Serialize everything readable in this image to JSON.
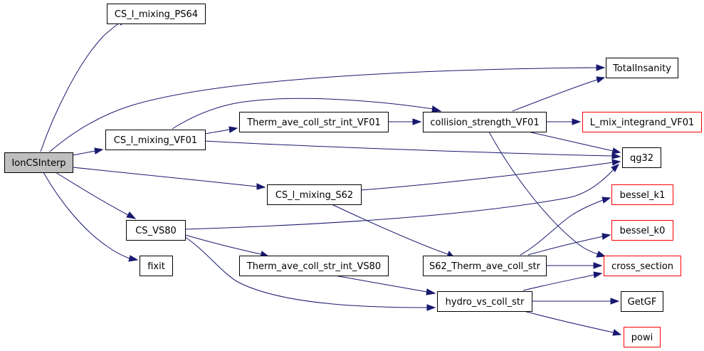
{
  "colors": {
    "edge": "#191970",
    "root_fill": "#bfbfbf",
    "default_fill": "#ffffff",
    "border_normal": "#000000",
    "border_truncated": "#ff0000"
  },
  "nodes": {
    "ioncsinterp": {
      "label": "IonCSInterp",
      "style": "root"
    },
    "cs_l_mixing_ps64": {
      "label": "CS_l_mixing_PS64",
      "style": "normal"
    },
    "totalinsanity": {
      "label": "TotalInsanity",
      "style": "normal"
    },
    "cs_l_mixing_vf01": {
      "label": "CS_l_mixing_VF01",
      "style": "normal"
    },
    "therm_ave_coll_str_int_vf01": {
      "label": "Therm_ave_coll_str_int_VF01",
      "style": "normal"
    },
    "collision_strength_vf01": {
      "label": "collision_strength_VF01",
      "style": "normal"
    },
    "l_mix_integrand_vf01": {
      "label": "L_mix_integrand_VF01",
      "style": "truncated"
    },
    "qg32": {
      "label": "qg32",
      "style": "normal"
    },
    "cs_l_mixing_s62": {
      "label": "CS_l_mixing_S62",
      "style": "normal"
    },
    "bessel_k1": {
      "label": "bessel_k1",
      "style": "truncated"
    },
    "cs_vs80": {
      "label": "CS_VS80",
      "style": "normal"
    },
    "bessel_k0": {
      "label": "bessel_k0",
      "style": "truncated"
    },
    "fixit": {
      "label": "fixit",
      "style": "normal"
    },
    "therm_ave_coll_str_int_vs80": {
      "label": "Therm_ave_coll_str_int_VS80",
      "style": "normal"
    },
    "s62_therm_ave_coll_str": {
      "label": "S62_Therm_ave_coll_str",
      "style": "normal"
    },
    "cross_section": {
      "label": "cross_section",
      "style": "truncated"
    },
    "hydro_vs_coll_str": {
      "label": "hydro_vs_coll_str",
      "style": "normal"
    },
    "getgf": {
      "label": "GetGF",
      "style": "normal"
    },
    "powi": {
      "label": "powi",
      "style": "truncated"
    }
  },
  "edges": [
    {
      "from": "ioncsinterp",
      "to": "cs_l_mixing_ps64"
    },
    {
      "from": "ioncsinterp",
      "to": "totalinsanity"
    },
    {
      "from": "ioncsinterp",
      "to": "cs_l_mixing_vf01"
    },
    {
      "from": "ioncsinterp",
      "to": "cs_l_mixing_s62"
    },
    {
      "from": "ioncsinterp",
      "to": "cs_vs80"
    },
    {
      "from": "ioncsinterp",
      "to": "fixit"
    },
    {
      "from": "cs_l_mixing_vf01",
      "to": "therm_ave_coll_str_int_vf01"
    },
    {
      "from": "cs_l_mixing_vf01",
      "to": "collision_strength_vf01"
    },
    {
      "from": "cs_l_mixing_vf01",
      "to": "qg32"
    },
    {
      "from": "therm_ave_coll_str_int_vf01",
      "to": "collision_strength_vf01"
    },
    {
      "from": "collision_strength_vf01",
      "to": "totalinsanity"
    },
    {
      "from": "collision_strength_vf01",
      "to": "l_mix_integrand_vf01"
    },
    {
      "from": "collision_strength_vf01",
      "to": "qg32"
    },
    {
      "from": "collision_strength_vf01",
      "to": "cross_section"
    },
    {
      "from": "cs_l_mixing_s62",
      "to": "qg32"
    },
    {
      "from": "cs_l_mixing_s62",
      "to": "s62_therm_ave_coll_str"
    },
    {
      "from": "cs_vs80",
      "to": "qg32"
    },
    {
      "from": "cs_vs80",
      "to": "therm_ave_coll_str_int_vs80"
    },
    {
      "from": "cs_vs80",
      "to": "hydro_vs_coll_str"
    },
    {
      "from": "s62_therm_ave_coll_str",
      "to": "bessel_k1"
    },
    {
      "from": "s62_therm_ave_coll_str",
      "to": "bessel_k0"
    },
    {
      "from": "s62_therm_ave_coll_str",
      "to": "cross_section"
    },
    {
      "from": "therm_ave_coll_str_int_vs80",
      "to": "hydro_vs_coll_str"
    },
    {
      "from": "hydro_vs_coll_str",
      "to": "cross_section"
    },
    {
      "from": "hydro_vs_coll_str",
      "to": "getgf"
    },
    {
      "from": "hydro_vs_coll_str",
      "to": "powi"
    }
  ]
}
